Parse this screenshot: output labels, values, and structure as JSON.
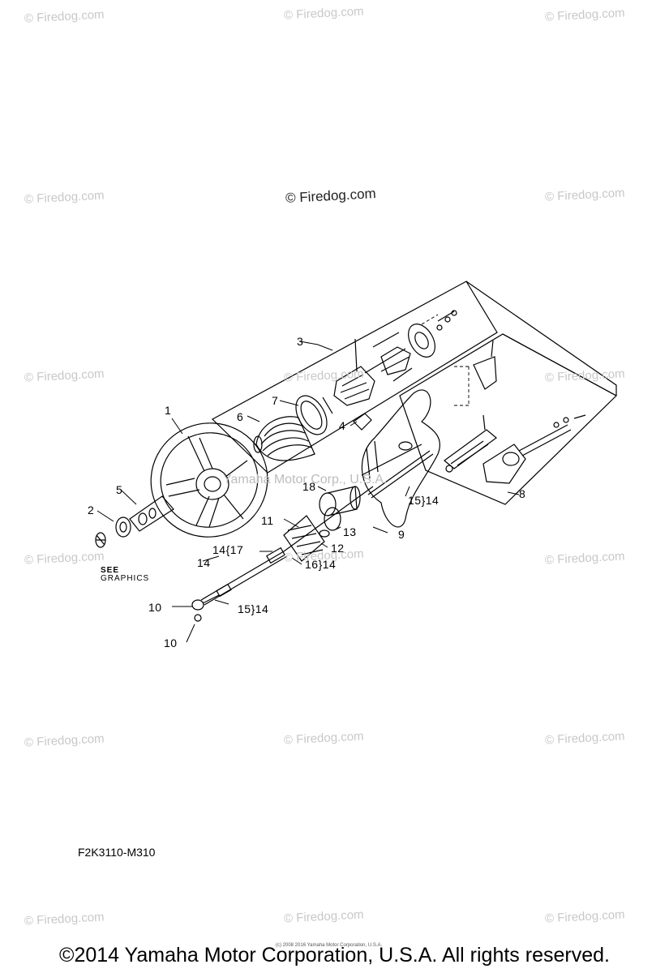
{
  "watermarks": {
    "repeat_text": "© Firedog.com",
    "center_text": "© Firedog.com"
  },
  "callouts": {
    "c1": "1",
    "c2": "2",
    "c3": "3",
    "c4": "4",
    "c5": "5",
    "c6": "6",
    "c7": "7",
    "c8": "8",
    "c9": "9",
    "c10a": "10",
    "c10b": "10",
    "c11": "11",
    "c12": "12",
    "c13": "13",
    "c14": "14",
    "c14_17": "14{17",
    "c15_14a": "15}14",
    "c15_14b": "15}14",
    "c16_14": "16}14",
    "c18": "18"
  },
  "see_graphics": {
    "line1": "SEE",
    "line2": "GRAPHICS"
  },
  "inner_watermark": "Yamaha Motor Corp., U.S.A.",
  "diagram_code": "F2K3110-M310",
  "tiny_note": "(c) 2008 2016 Yamaha Motor Corporation, U.S.A.",
  "copyright": "©2014 Yamaha Motor Corporation, U.S.A. All rights reserved."
}
